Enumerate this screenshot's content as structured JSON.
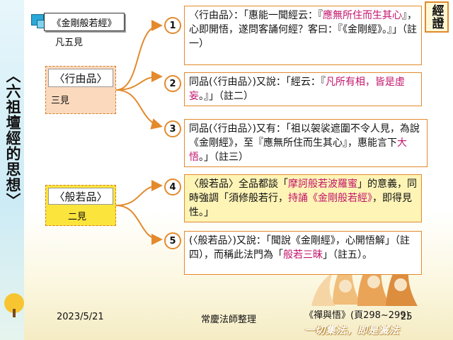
{
  "slide": {
    "tag": "經證",
    "vertical_title": "〈六祖壇經的思想〉",
    "sutra": {
      "title": "《金剛般若經》",
      "count": "凡五見"
    },
    "categories": [
      {
        "label": "〈行由品〉",
        "count": "三見"
      },
      {
        "label": "〈般若品〉",
        "count": "二見"
      }
    ],
    "items": [
      {
        "num": "1",
        "segments": [
          {
            "t": "〈行由品〉：「惠能一聞經云：『"
          },
          {
            "t": "應無所住而生其心",
            "c": "magenta"
          },
          {
            "t": "』，心即開悟，遂問客誦何經？客曰：『《金剛經》。』」（註一）"
          }
        ]
      },
      {
        "num": "2",
        "segments": [
          {
            "t": "同品(〈行由品〉)又說：「經云：『"
          },
          {
            "t": "凡所有相，皆是虛妄",
            "c": "magenta"
          },
          {
            "t": "。』」（註二）"
          }
        ]
      },
      {
        "num": "3",
        "segments": [
          {
            "t": "同品(〈行由品〉)又有：「祖以袈裟遮圍不令人見，為說《金剛經》，至『應無所住而生其心』，惠能言下"
          },
          {
            "t": "大悟",
            "c": "magenta"
          },
          {
            "t": "。」（註三）"
          }
        ]
      },
      {
        "num": "4",
        "segments": [
          {
            "t": "〈般若品〉全品都談「"
          },
          {
            "t": "摩訶般若波羅蜜",
            "c": "magenta"
          },
          {
            "t": "」的意義，同時強調「須修般若行，"
          },
          {
            "t": "持誦《金剛般若經》",
            "c": "magenta"
          },
          {
            "t": "，即得見性。」"
          }
        ]
      },
      {
        "num": "5",
        "segments": [
          {
            "t": "(〈般若品〉)又說：「聞說《金剛經》，心開悟解」（註四），而稱此法門為「"
          },
          {
            "t": "般若三昧",
            "c": "magenta"
          },
          {
            "t": "」（註五）。"
          }
        ]
      }
    ],
    "footer": {
      "date": "2023/5/21",
      "author": "常慶法師整理",
      "source": "《禪與悟》(頁298~299)",
      "page": "25",
      "motto": "一切集法，即是滅法"
    },
    "colors": {
      "accent": "#e38a2d",
      "magenta": "#c3146c",
      "cat1_fill": "#fbd9bd",
      "cat2_fill": "#fbe43c",
      "item4_fill": "#fdf4b6"
    }
  }
}
